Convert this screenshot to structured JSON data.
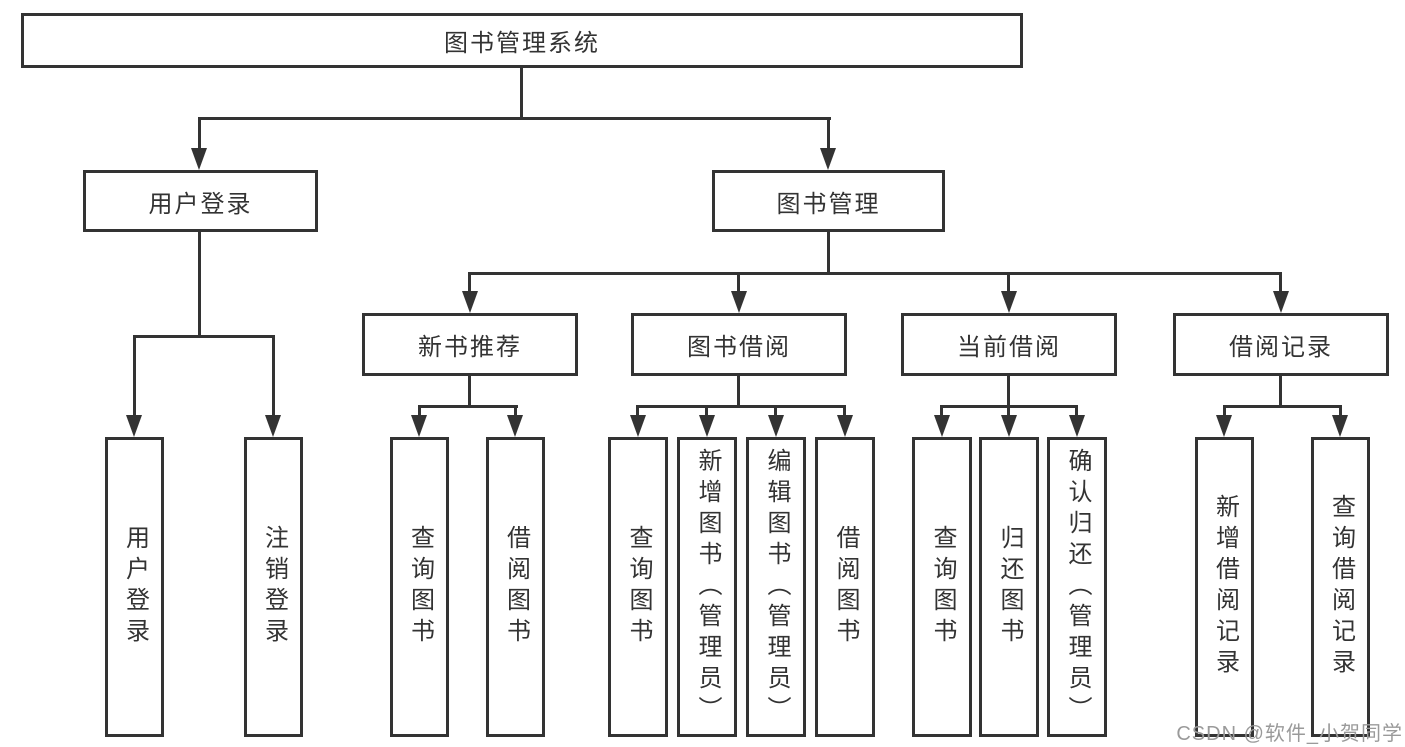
{
  "diagram": {
    "tree": {
      "label": "图书管理系统",
      "children": [
        {
          "label": "用户登录",
          "children": [
            {
              "label": "用户登录"
            },
            {
              "label": "注销登录"
            }
          ]
        },
        {
          "label": "图书管理",
          "children": [
            {
              "label": "新书推荐",
              "children": [
                {
                  "label": "查询图书"
                },
                {
                  "label": "借阅图书"
                }
              ]
            },
            {
              "label": "图书借阅",
              "children": [
                {
                  "label": "查询图书"
                },
                {
                  "label": "新增图书（管理员）"
                },
                {
                  "label": "编辑图书（管理员）"
                },
                {
                  "label": "借阅图书"
                }
              ]
            },
            {
              "label": "当前借阅",
              "children": [
                {
                  "label": "查询图书"
                },
                {
                  "label": "归还图书"
                },
                {
                  "label": "确认归还（管理员）"
                }
              ]
            },
            {
              "label": "借阅记录",
              "children": [
                {
                  "label": "新增借阅记录"
                },
                {
                  "label": "查询借阅记录"
                }
              ]
            }
          ]
        }
      ]
    }
  },
  "watermark": {
    "text": "CSDN @软件_小贺同学"
  },
  "colors": {
    "line": "#333333",
    "text": "#333333",
    "watermark": "#9a9a9a",
    "background": "#ffffff"
  }
}
